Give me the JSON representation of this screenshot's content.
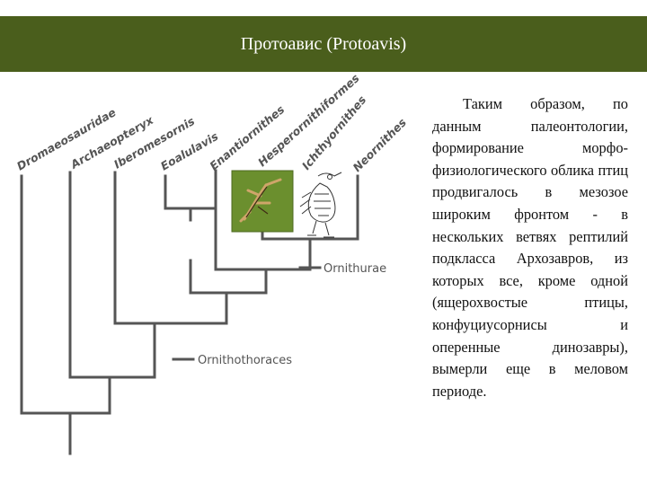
{
  "slide": {
    "title": "Протоавис (Protoavis)",
    "body": "Таким образом, по данным палеонтологии, формирование морфо-физиологического облика птиц продвигалось в мезозое широким фронтом - в нескольких ветвях рептилий подкласса Архозавров, из которых все, кроме одной (ящерохвостые птицы, конфуциусорнисы и оперенные динозавры), вымерли еще в меловом периоде."
  },
  "cladogram": {
    "taxa": [
      "Dromaeosauridae",
      "Archaeopteryx",
      "Iberomesornis",
      "Eoalulavis",
      "Enantiornithes",
      "Hesperornithiformes",
      "Ichthyornithes",
      "Neornithes"
    ],
    "nodes": [
      "Ornithurae",
      "Ornithothoraces"
    ],
    "images": [
      "protoavis-fossil-photo",
      "bird-skeleton-drawing"
    ],
    "colors": {
      "lines": "#555555",
      "header": "#4a5e1c",
      "fossil": "#6b8f2e"
    }
  }
}
